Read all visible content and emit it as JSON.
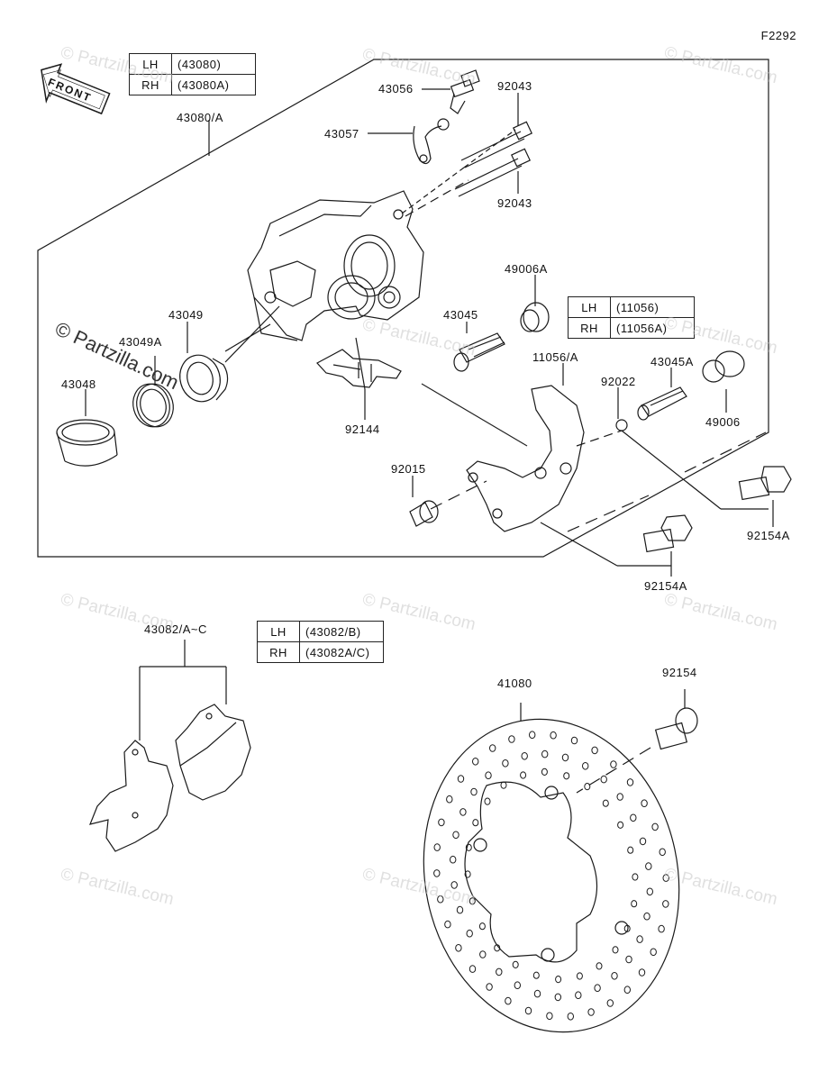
{
  "diagram_code": "F2292",
  "front_label": "FRONT",
  "watermark": {
    "main": "© Partzilla.com",
    "tile": "© Partzilla.com"
  },
  "tables": [
    {
      "rows": [
        {
          "side": "LH",
          "part": "(43080)"
        },
        {
          "side": "RH",
          "part": "(43080A)"
        }
      ]
    },
    {
      "rows": [
        {
          "side": "LH",
          "part": "(11056)"
        },
        {
          "side": "RH",
          "part": "(11056A)"
        }
      ]
    },
    {
      "rows": [
        {
          "side": "LH",
          "part": "(43082/B)"
        },
        {
          "side": "RH",
          "part": "(43082A/C)"
        }
      ]
    }
  ],
  "parts": {
    "p43056": "43056",
    "p43057": "43057",
    "p92043a": "92043",
    "p92043b": "92043",
    "p43080": "43080/A",
    "p43049": "43049",
    "p43049a": "43049A",
    "p43048": "43048",
    "p92144": "92144",
    "p49006a": "49006A",
    "p43045": "43045",
    "p11056": "11056/A",
    "p43045a": "43045A",
    "p92022": "92022",
    "p49006": "49006",
    "p92015": "92015",
    "p92154a1": "92154A",
    "p92154a2": "92154A",
    "p43082": "43082/A~C",
    "p41080": "41080",
    "p92154": "92154"
  }
}
